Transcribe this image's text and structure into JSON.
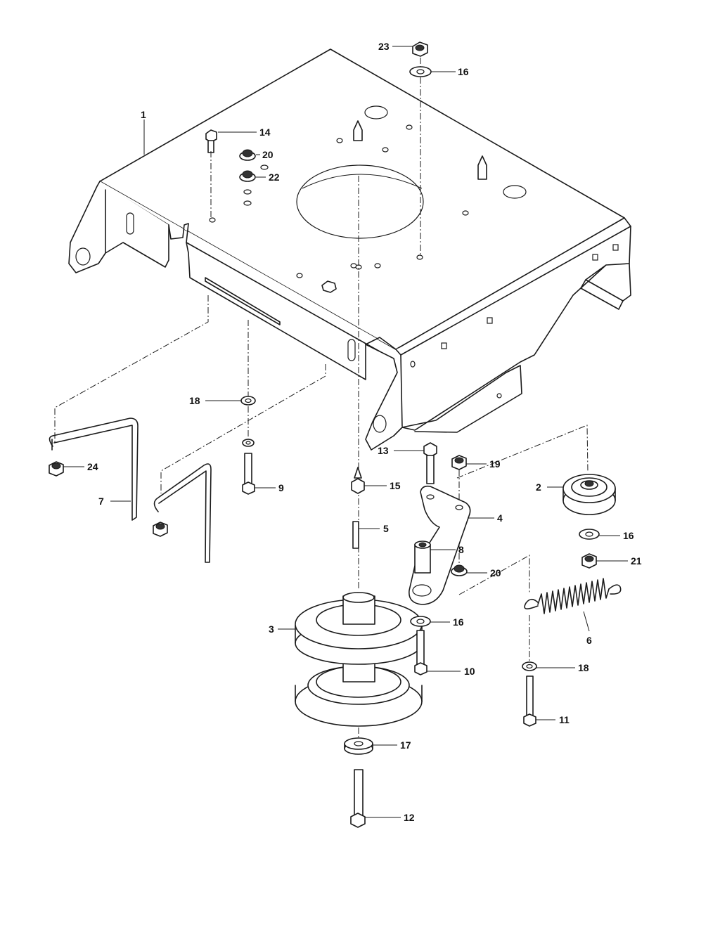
{
  "callouts": {
    "c1": "1",
    "c2": "2",
    "c3": "3",
    "c4": "4",
    "c5": "5",
    "c6": "6",
    "c7": "7",
    "c8": "8",
    "c9": "9",
    "c10": "10",
    "c11": "11",
    "c12": "12",
    "c13": "13",
    "c14": "14",
    "c15": "15",
    "c16a": "16",
    "c16b": "16",
    "c16c": "16",
    "c17": "17",
    "c18a": "18",
    "c18b": "18",
    "c19": "19",
    "c20a": "20",
    "c20b": "20",
    "c21": "21",
    "c22": "22",
    "c23": "23",
    "c24": "24"
  }
}
